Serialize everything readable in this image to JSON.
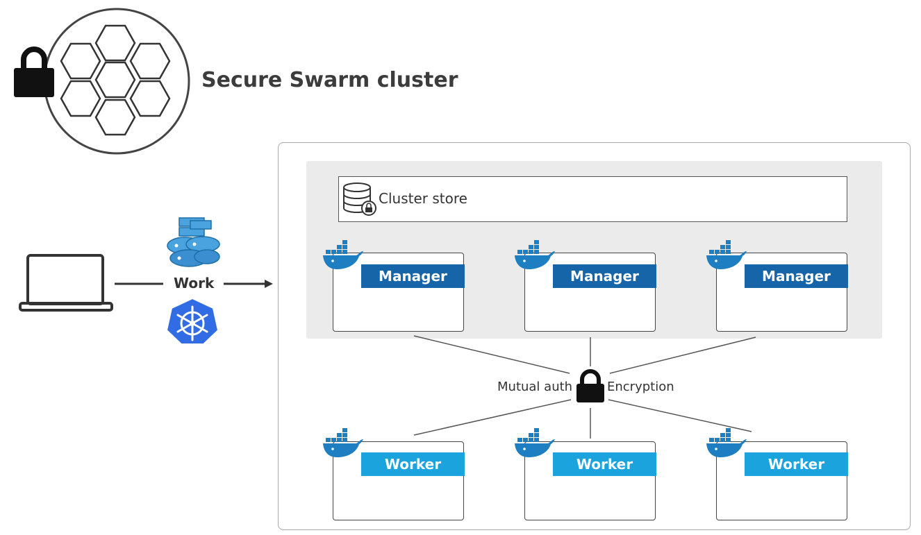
{
  "header": {
    "title": "Secure Swarm cluster"
  },
  "cluster_store": {
    "label": "Cluster store"
  },
  "client": {
    "work_label": "Work"
  },
  "security": {
    "left_label": "Mutual auth",
    "right_label": "Encryption"
  },
  "managers": [
    {
      "label": "Manager"
    },
    {
      "label": "Manager"
    },
    {
      "label": "Manager"
    }
  ],
  "workers": [
    {
      "label": "Worker"
    },
    {
      "label": "Worker"
    },
    {
      "label": "Worker"
    }
  ],
  "colors": {
    "manager_band": "#1565a8",
    "worker_band": "#1ba3dd",
    "docker_blue": "#1d7fc1",
    "kubernetes_blue": "#326ce5"
  },
  "icons": [
    "padlock-icon",
    "hexagon-cluster-icon",
    "laptop-icon",
    "docker-whale-icon",
    "kubernetes-icon",
    "database-lock-icon"
  ]
}
